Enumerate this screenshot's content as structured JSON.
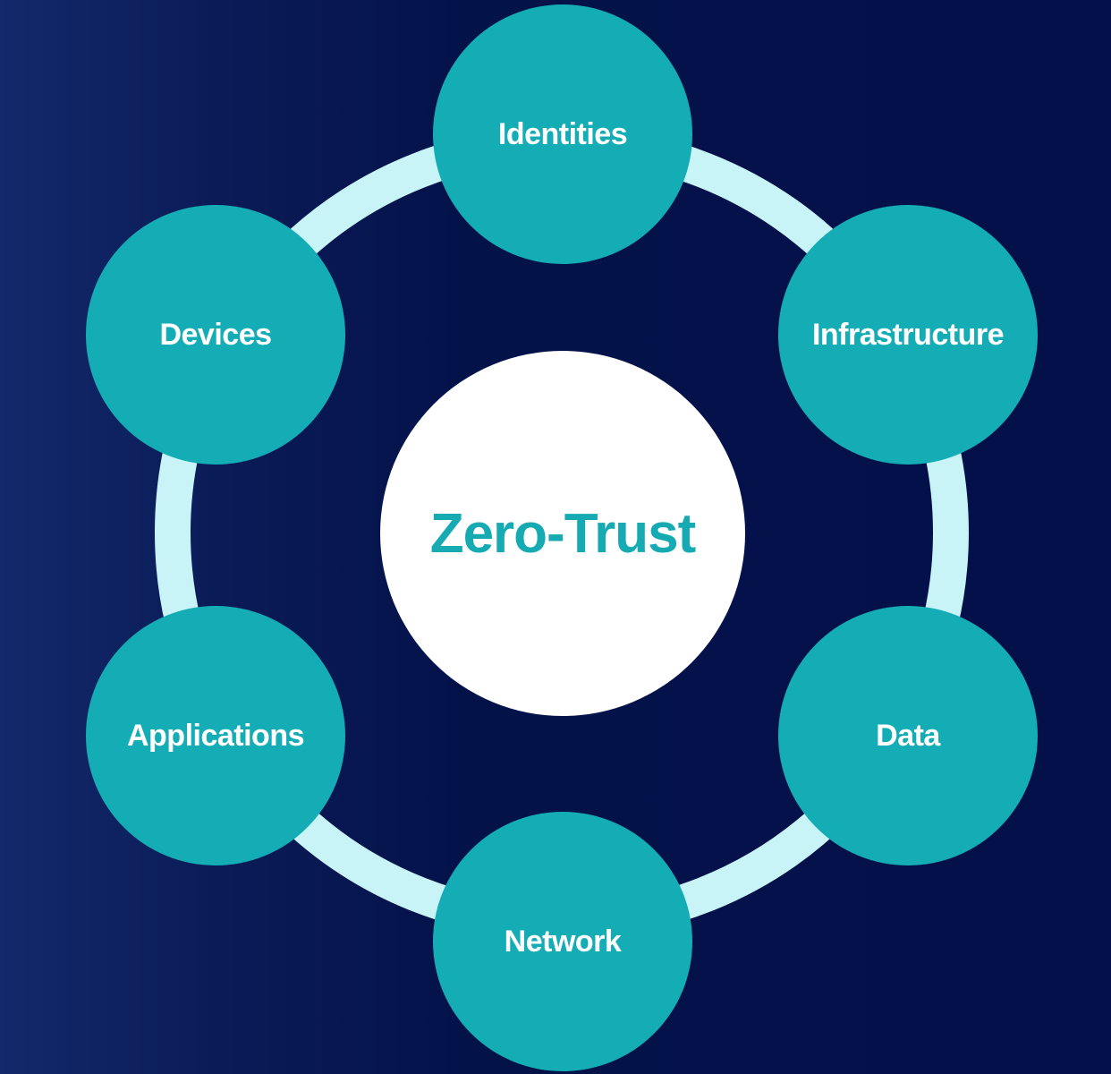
{
  "diagram": {
    "center": {
      "label": "Zero-Trust"
    },
    "nodes": [
      {
        "label": "Identities"
      },
      {
        "label": "Infrastructure"
      },
      {
        "label": "Data"
      },
      {
        "label": "Network"
      },
      {
        "label": "Applications"
      },
      {
        "label": "Devices"
      }
    ]
  },
  "colors": {
    "background": "#04124a",
    "ring": "#c9f4f7",
    "node_fill": "#14adb5",
    "node_text": "#ffffff",
    "center_fill": "#ffffff",
    "center_text": "#16aab3"
  }
}
